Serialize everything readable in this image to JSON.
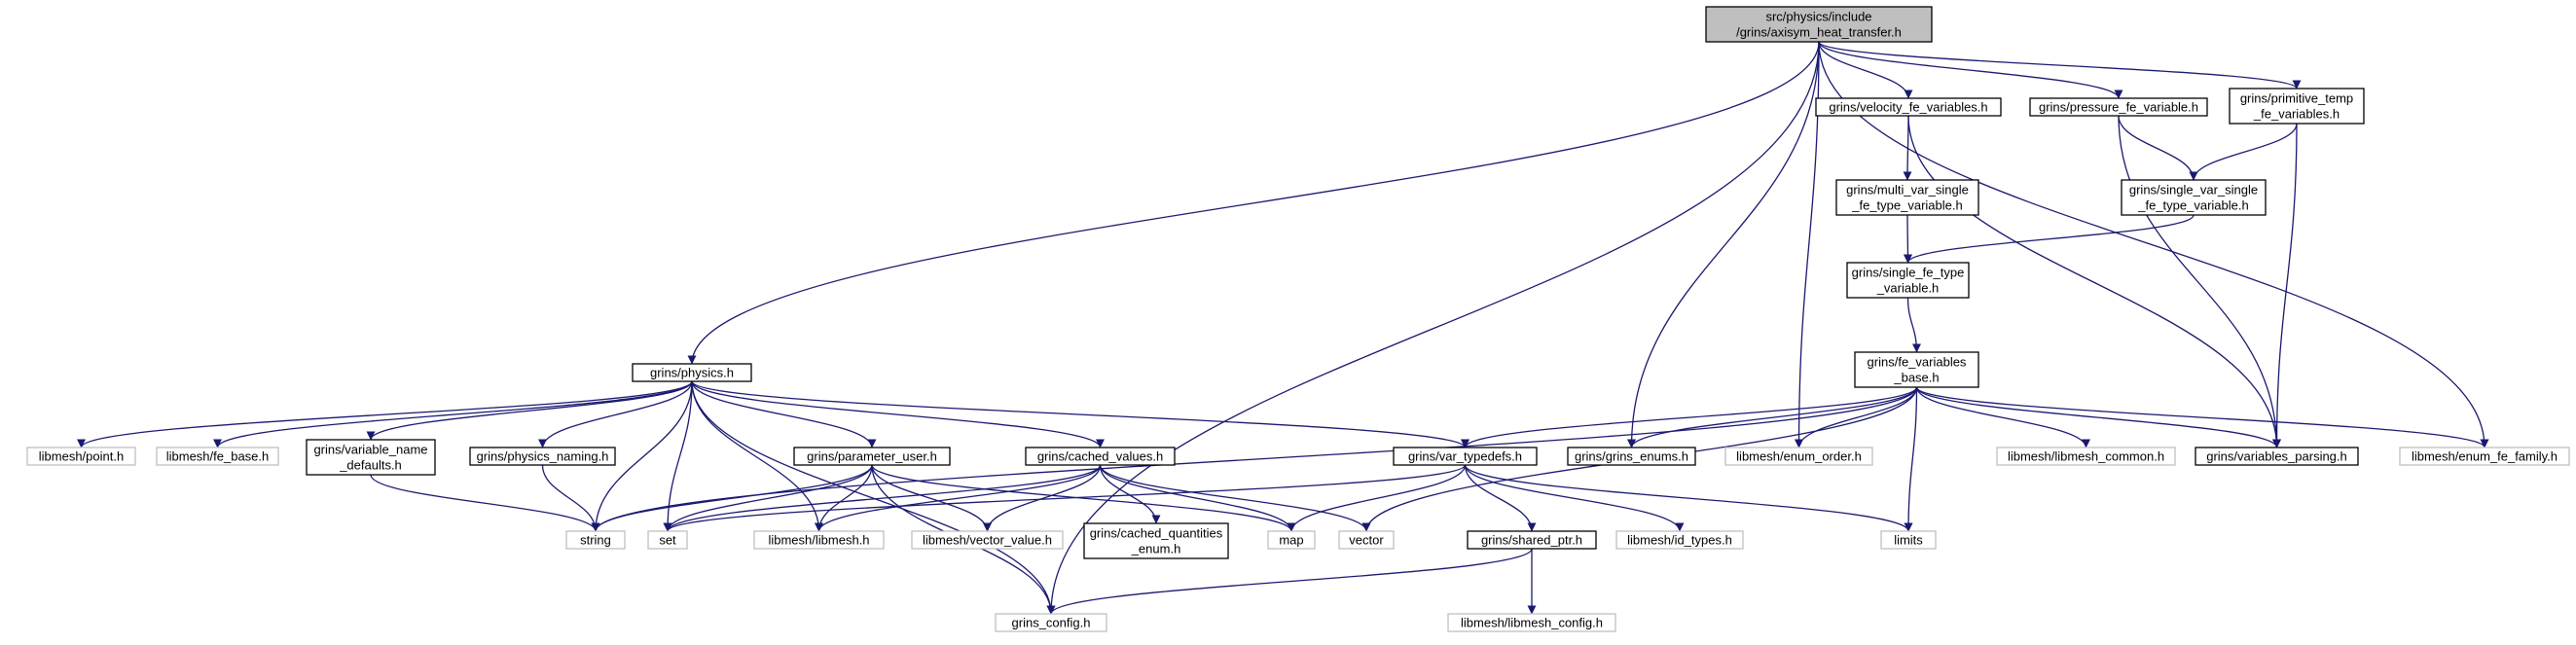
{
  "colors": {
    "edge": "#191970",
    "node_border": "#000000",
    "external_border": "#bfbfbf",
    "root_fill": "#bfbfbf",
    "node_fill": "#ffffff",
    "external_text": "#000000"
  },
  "nodes": [
    {
      "id": "root",
      "kind": "root",
      "lines": [
        "src/physics/include",
        "/grins/axisym_heat_transfer.h"
      ]
    },
    {
      "id": "physics",
      "kind": "internal",
      "lines": [
        "grins/physics.h"
      ]
    },
    {
      "id": "velocity",
      "kind": "internal",
      "lines": [
        "grins/velocity_fe_variables.h"
      ]
    },
    {
      "id": "pressure",
      "kind": "internal",
      "lines": [
        "grins/pressure_fe_variable.h"
      ]
    },
    {
      "id": "primtemp",
      "kind": "internal",
      "lines": [
        "grins/primitive_temp",
        "_fe_variables.h"
      ]
    },
    {
      "id": "multivar",
      "kind": "internal",
      "lines": [
        "grins/multi_var_single",
        "_fe_type_variable.h"
      ]
    },
    {
      "id": "singlevar",
      "kind": "internal",
      "lines": [
        "grins/single_var_single",
        "_fe_type_variable.h"
      ]
    },
    {
      "id": "singlefe",
      "kind": "internal",
      "lines": [
        "grins/single_fe_type",
        "_variable.h"
      ]
    },
    {
      "id": "febase",
      "kind": "internal",
      "lines": [
        "grins/fe_variables",
        "_base.h"
      ]
    },
    {
      "id": "point",
      "kind": "external",
      "lines": [
        "libmesh/point.h"
      ]
    },
    {
      "id": "lfebase",
      "kind": "external",
      "lines": [
        "libmesh/fe_base.h"
      ]
    },
    {
      "id": "varname",
      "kind": "internal",
      "lines": [
        "grins/variable_name",
        "_defaults.h"
      ]
    },
    {
      "id": "physnaming",
      "kind": "internal",
      "lines": [
        "grins/physics_naming.h"
      ]
    },
    {
      "id": "paramuser",
      "kind": "internal",
      "lines": [
        "grins/parameter_user.h"
      ]
    },
    {
      "id": "cached",
      "kind": "internal",
      "lines": [
        "grins/cached_values.h"
      ]
    },
    {
      "id": "vartypedefs",
      "kind": "internal",
      "lines": [
        "grins/var_typedefs.h"
      ]
    },
    {
      "id": "grinsenums",
      "kind": "internal",
      "lines": [
        "grins/grins_enums.h"
      ]
    },
    {
      "id": "enumorder",
      "kind": "external",
      "lines": [
        "libmesh/enum_order.h"
      ]
    },
    {
      "id": "libcommon",
      "kind": "external",
      "lines": [
        "libmesh/libmesh_common.h"
      ]
    },
    {
      "id": "varparsing",
      "kind": "internal",
      "lines": [
        "grins/variables_parsing.h"
      ]
    },
    {
      "id": "enumfefam",
      "kind": "external",
      "lines": [
        "libmesh/enum_fe_family.h"
      ]
    },
    {
      "id": "string",
      "kind": "external",
      "lines": [
        "string"
      ]
    },
    {
      "id": "set",
      "kind": "external",
      "lines": [
        "set"
      ]
    },
    {
      "id": "libmesh",
      "kind": "external",
      "lines": [
        "libmesh/libmesh.h"
      ]
    },
    {
      "id": "vecval",
      "kind": "external",
      "lines": [
        "libmesh/vector_value.h"
      ]
    },
    {
      "id": "cqenum",
      "kind": "internal",
      "lines": [
        "grins/cached_quantities",
        "_enum.h"
      ]
    },
    {
      "id": "map",
      "kind": "external",
      "lines": [
        "map"
      ]
    },
    {
      "id": "vector",
      "kind": "external",
      "lines": [
        "vector"
      ]
    },
    {
      "id": "sharedptr",
      "kind": "internal",
      "lines": [
        "grins/shared_ptr.h"
      ]
    },
    {
      "id": "idtypes",
      "kind": "external",
      "lines": [
        "libmesh/id_types.h"
      ]
    },
    {
      "id": "limits",
      "kind": "external",
      "lines": [
        "limits"
      ]
    },
    {
      "id": "grinsconfig",
      "kind": "external",
      "lines": [
        "grins_config.h"
      ]
    },
    {
      "id": "libconfig",
      "kind": "external",
      "lines": [
        "libmesh/libmesh_config.h"
      ]
    }
  ],
  "edges": [
    [
      "root",
      "physics"
    ],
    [
      "root",
      "velocity"
    ],
    [
      "root",
      "pressure"
    ],
    [
      "root",
      "primtemp"
    ],
    [
      "root",
      "grinsenums"
    ],
    [
      "root",
      "enumorder"
    ],
    [
      "root",
      "enumfefam"
    ],
    [
      "root",
      "grinsconfig"
    ],
    [
      "velocity",
      "multivar"
    ],
    [
      "velocity",
      "varparsing"
    ],
    [
      "pressure",
      "singlevar"
    ],
    [
      "pressure",
      "varparsing"
    ],
    [
      "primtemp",
      "singlevar"
    ],
    [
      "primtemp",
      "varparsing"
    ],
    [
      "multivar",
      "singlefe"
    ],
    [
      "singlevar",
      "singlefe"
    ],
    [
      "singlefe",
      "febase"
    ],
    [
      "febase",
      "string"
    ],
    [
      "febase",
      "vartypedefs"
    ],
    [
      "febase",
      "grinsenums"
    ],
    [
      "febase",
      "enumorder"
    ],
    [
      "febase",
      "libcommon"
    ],
    [
      "febase",
      "varparsing"
    ],
    [
      "febase",
      "enumfefam"
    ],
    [
      "febase",
      "vector"
    ],
    [
      "febase",
      "limits"
    ],
    [
      "physics",
      "point"
    ],
    [
      "physics",
      "lfebase"
    ],
    [
      "physics",
      "varname"
    ],
    [
      "physics",
      "physnaming"
    ],
    [
      "physics",
      "paramuser"
    ],
    [
      "physics",
      "cached"
    ],
    [
      "physics",
      "vartypedefs"
    ],
    [
      "physics",
      "string"
    ],
    [
      "physics",
      "set"
    ],
    [
      "physics",
      "libmesh"
    ],
    [
      "physics",
      "grinsconfig"
    ],
    [
      "varname",
      "string"
    ],
    [
      "physnaming",
      "string"
    ],
    [
      "paramuser",
      "string"
    ],
    [
      "paramuser",
      "set"
    ],
    [
      "paramuser",
      "libmesh"
    ],
    [
      "paramuser",
      "vecval"
    ],
    [
      "paramuser",
      "map"
    ],
    [
      "paramuser",
      "grinsconfig"
    ],
    [
      "cached",
      "libmesh"
    ],
    [
      "cached",
      "vecval"
    ],
    [
      "cached",
      "cqenum"
    ],
    [
      "cached",
      "map"
    ],
    [
      "cached",
      "vector"
    ],
    [
      "cached",
      "set"
    ],
    [
      "vartypedefs",
      "map"
    ],
    [
      "vartypedefs",
      "set"
    ],
    [
      "vartypedefs",
      "sharedptr"
    ],
    [
      "vartypedefs",
      "idtypes"
    ],
    [
      "vartypedefs",
      "limits"
    ],
    [
      "sharedptr",
      "grinsconfig"
    ],
    [
      "sharedptr",
      "libconfig"
    ]
  ]
}
